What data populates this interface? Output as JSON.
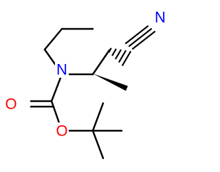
{
  "molecule": {
    "atoms": {
      "ring_nitrogen": "N",
      "nitrile_nitrogen": "N",
      "carbonyl_oxygen": "O",
      "ester_oxygen": "O"
    }
  },
  "colors": {
    "bond": "#000000",
    "nitrogen": "#0000ff",
    "oxygen": "#ff0000",
    "background": "#ffffff"
  }
}
